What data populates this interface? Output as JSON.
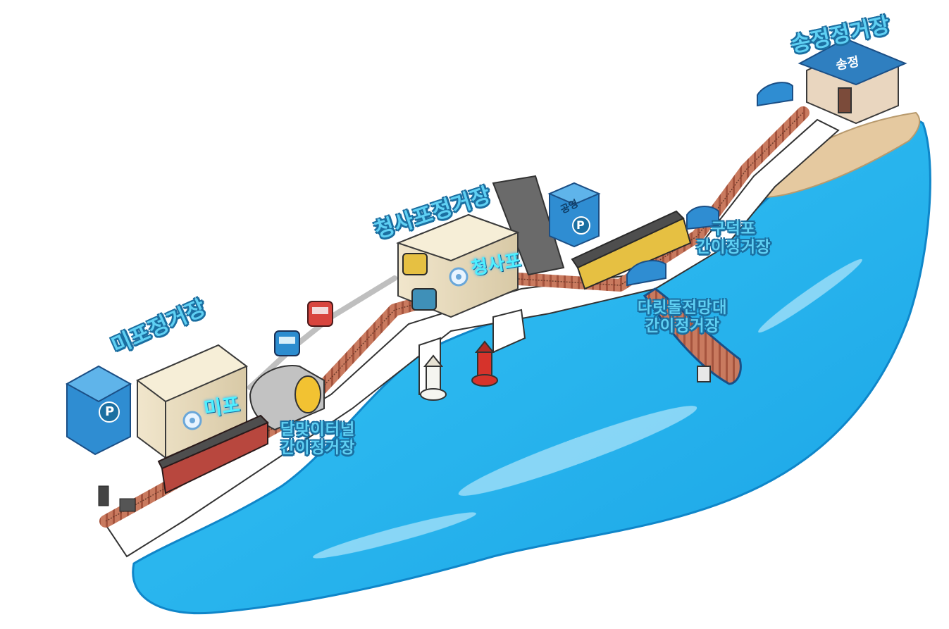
{
  "stations": {
    "mipo": {
      "name": "미포정거장",
      "sign": "미포"
    },
    "cheongsapo": {
      "name": "청사포정거장",
      "sign": "청사포"
    },
    "songjeong": {
      "name": "송정정거장",
      "sign": "송정"
    },
    "dalmaji": {
      "line1": "달맞이터널",
      "line2": "간이정거장"
    },
    "daritdol": {
      "line1": "다릿돌전망대",
      "line2": "간이정거장"
    },
    "gudeokpo": {
      "line1": "구덕포",
      "line2": "간이정거장"
    }
  },
  "parking": {
    "main": {
      "symbol": "P"
    },
    "public": {
      "label": "공영",
      "symbol": "P"
    }
  },
  "colors": {
    "sea": "#1fb3ee",
    "sea_edge": "#0f86c9",
    "track": "#c9705a",
    "label_fill": "#5fd0f3",
    "label_outline": "#1b6fa1",
    "sand": "#e5c9a0"
  }
}
